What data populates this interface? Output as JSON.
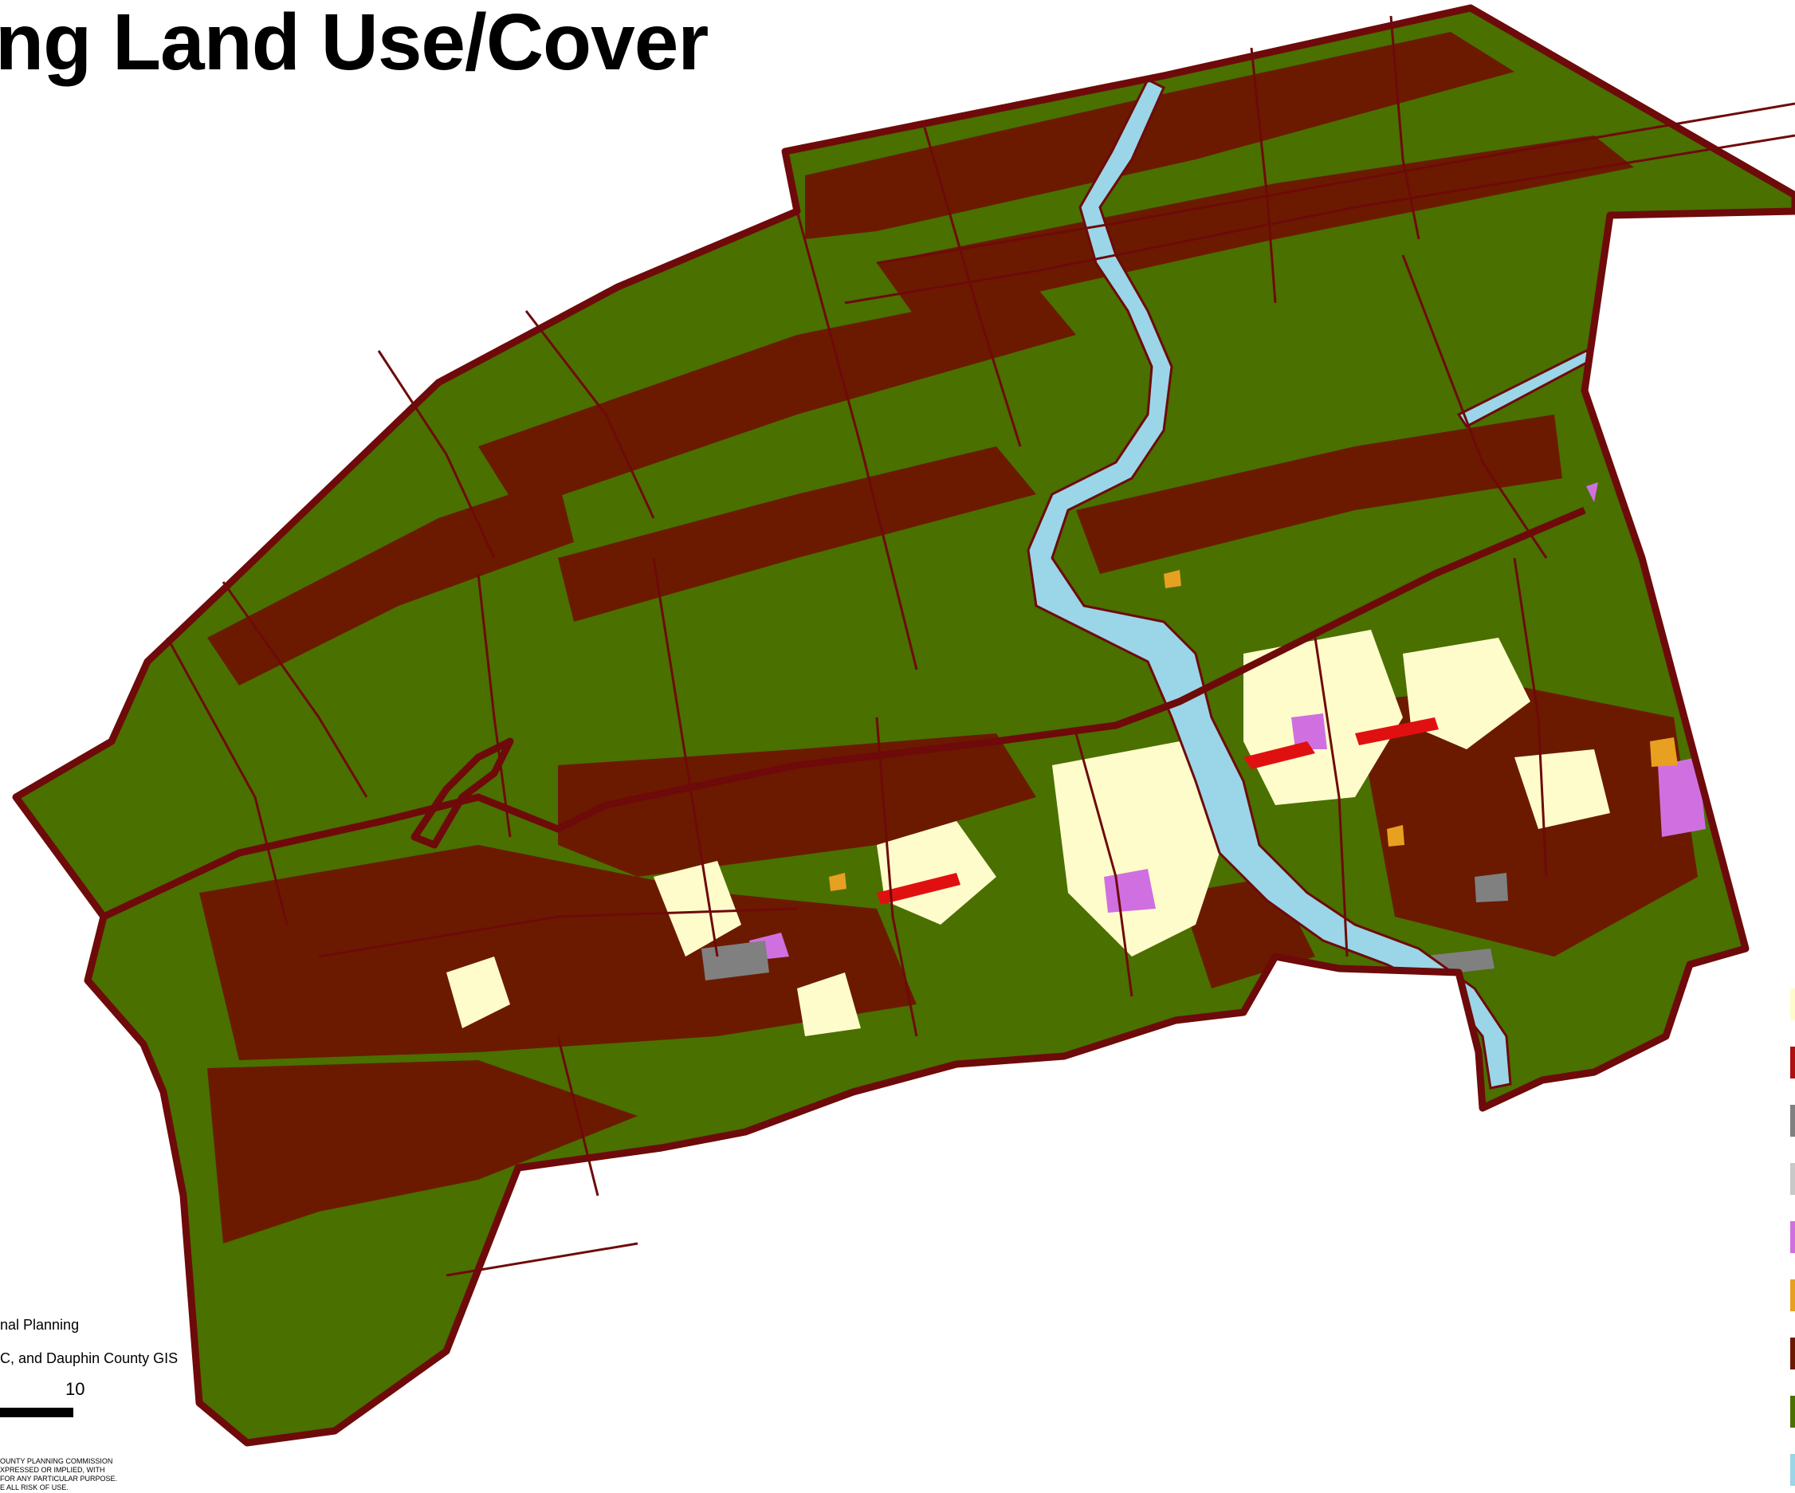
{
  "title": "ng Land Use/Cover",
  "credits": {
    "line1": "nal Planning",
    "line2": "C, and Dauphin County GIS"
  },
  "scale": {
    "label": "10"
  },
  "disclaimer": {
    "line1": "OUNTY PLANNING COMMISSION",
    "line2": "XPRESSED OR IMPLIED, WITH",
    "line3": "FOR ANY PARTICULAR PURPOSE.",
    "line4": "E ALL RISK OF USE."
  },
  "colors": {
    "forest": "#4a7000",
    "agriculture": "#6b1a00",
    "boundary": "#6e0a0a",
    "residential": "#fffccc",
    "commercial": "#e01010",
    "industrial": "#808080",
    "transportation": "#c8c8c8",
    "institutional": "#d070e0",
    "recreation": "#e8a020",
    "water": "#9ad6e8"
  },
  "legend": {
    "items": [
      {
        "icon": "residential-swatch",
        "color": "#fffccc"
      },
      {
        "icon": "commercial-swatch",
        "color": "#b01010"
      },
      {
        "icon": "industrial-swatch",
        "color": "#808080"
      },
      {
        "icon": "transportation-swatch",
        "color": "#c8c8c8"
      },
      {
        "icon": "institutional-swatch",
        "color": "#d070e0"
      },
      {
        "icon": "recreation-swatch",
        "color": "#e8a020"
      },
      {
        "icon": "agriculture-swatch",
        "color": "#6b1a00"
      },
      {
        "icon": "forest-swatch",
        "color": "#4a7000"
      },
      {
        "icon": "water-swatch",
        "color": "#9ad6e8"
      }
    ]
  }
}
